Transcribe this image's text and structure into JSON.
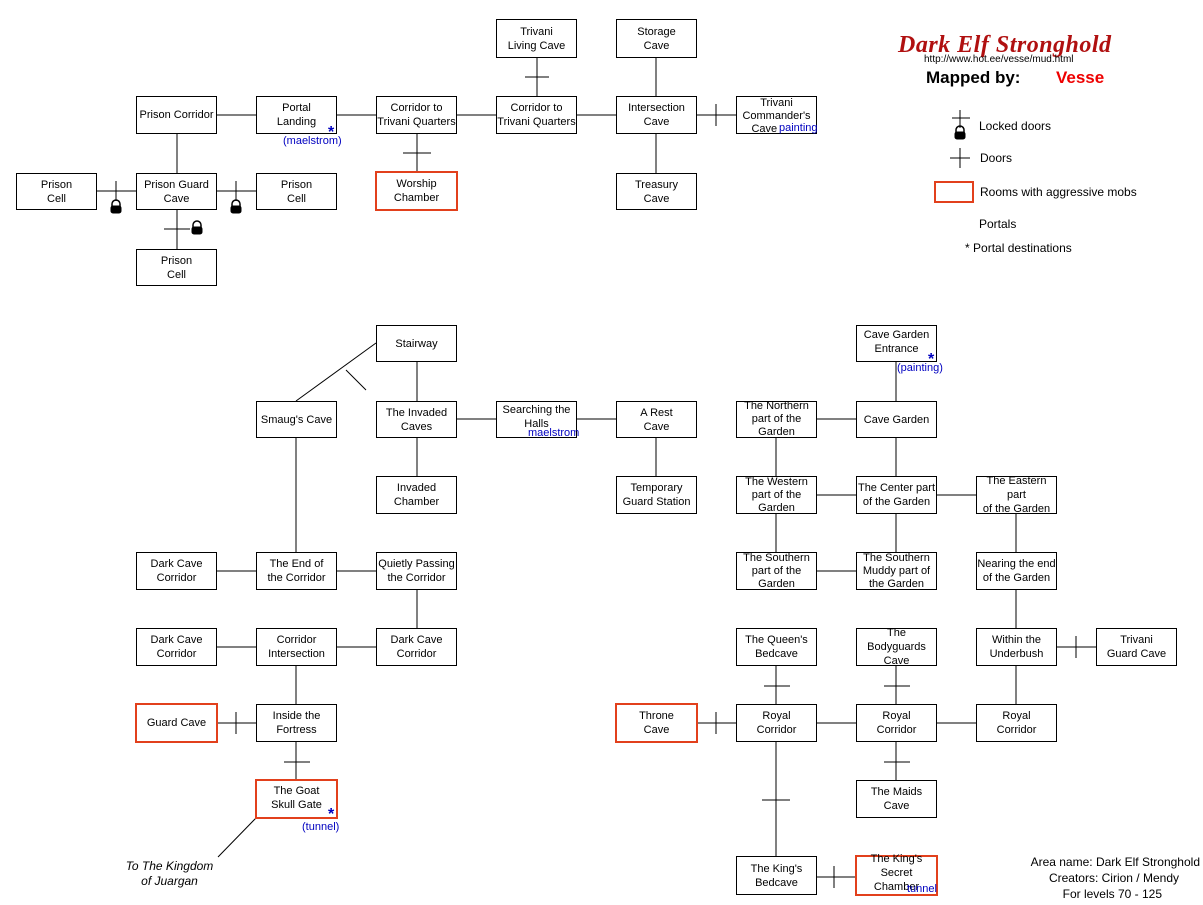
{
  "header": {
    "title": "Dark Elf Stronghold",
    "url": "http://www.hot.ee/vesse/mud.html",
    "mapped_by_label": "Mapped by:",
    "mapper": "Vesse"
  },
  "legend": {
    "locked_doors": "Locked doors",
    "doors": "Doors",
    "aggressive": "Rooms with aggressive mobs",
    "portals": "Portals",
    "portal_destinations": "Portal destinations",
    "star": "*"
  },
  "rooms": {
    "trivani_living_cave": [
      "Trivani",
      "Living Cave"
    ],
    "storage_cave": [
      "Storage",
      "Cave"
    ],
    "prison_corridor": [
      "Prison Corridor"
    ],
    "portal_landing": [
      "Portal",
      "Landing"
    ],
    "corridor_trivani_1": [
      "Corridor to",
      "Trivani Quarters"
    ],
    "corridor_trivani_2": [
      "Corridor to",
      "Trivani Quarters"
    ],
    "intersection_cave": [
      "Intersection",
      "Cave"
    ],
    "trivani_commanders_cave": [
      "Trivani",
      "Commander's",
      "Cave"
    ],
    "prison_cell_left": [
      "Prison",
      "Cell"
    ],
    "prison_guard_cave": [
      "Prison Guard",
      "Cave"
    ],
    "prison_cell_right": [
      "Prison",
      "Cell"
    ],
    "worship_chamber": [
      "Worship",
      "Chamber"
    ],
    "treasury_cave": [
      "Treasury",
      "Cave"
    ],
    "prison_cell_bottom": [
      "Prison",
      "Cell"
    ],
    "stairway": [
      "Stairway"
    ],
    "smaugs_cave": [
      "Smaug's Cave"
    ],
    "the_invaded_caves": [
      "The Invaded",
      "Caves"
    ],
    "searching_the_halls": [
      "Searching the",
      "Halls"
    ],
    "a_rest_cave": [
      "A Rest",
      "Cave"
    ],
    "invaded_chamber": [
      "Invaded",
      "Chamber"
    ],
    "temporary_guard_station": [
      "Temporary",
      "Guard Station"
    ],
    "cave_garden_entrance": [
      "Cave Garden",
      "Entrance"
    ],
    "northern_garden": [
      "The Northern",
      "part of the",
      "Garden"
    ],
    "cave_garden": [
      "Cave Garden"
    ],
    "western_garden": [
      "The Western",
      "part of the",
      "Garden"
    ],
    "center_garden": [
      "The Center part",
      "of the Garden"
    ],
    "eastern_garden": [
      "The Eastern part",
      "of the Garden"
    ],
    "southern_garden": [
      "The Southern",
      "part of the",
      "Garden"
    ],
    "southern_muddy_garden": [
      "The Southern",
      "Muddy part of",
      "the Garden"
    ],
    "nearing_end_garden": [
      "Nearing the end",
      "of the Garden"
    ],
    "dark_cave_corridor_1": [
      "Dark Cave",
      "Corridor"
    ],
    "end_of_corridor": [
      "The End of",
      "the Corridor"
    ],
    "quietly_passing": [
      "Quietly Passing",
      "the Corridor"
    ],
    "dark_cave_corridor_2": [
      "Dark Cave",
      "Corridor"
    ],
    "corridor_intersection": [
      "Corridor",
      "Intersection"
    ],
    "dark_cave_corridor_3": [
      "Dark Cave",
      "Corridor"
    ],
    "queens_bedcave": [
      "The Queen's",
      "Bedcave"
    ],
    "bodyguards_cave": [
      "The Bodyguards",
      "Cave"
    ],
    "within_underbush": [
      "Within the",
      "Underbush"
    ],
    "trivani_guard_cave": [
      "Trivani",
      "Guard Cave"
    ],
    "guard_cave": [
      "Guard Cave"
    ],
    "inside_fortress": [
      "Inside the",
      "Fortress"
    ],
    "throne_cave": [
      "Throne",
      "Cave"
    ],
    "royal_corridor_1": [
      "Royal",
      "Corridor"
    ],
    "royal_corridor_2": [
      "Royal",
      "Corridor"
    ],
    "royal_corridor_3": [
      "Royal",
      "Corridor"
    ],
    "goat_skull_gate": [
      "The Goat",
      "Skull Gate"
    ],
    "maids_cave": [
      "The Maids",
      "Cave"
    ],
    "kings_bedcave": [
      "The King's",
      "Bedcave"
    ],
    "kings_secret_chamber": [
      "The King's",
      "Secret Chamber"
    ]
  },
  "portal_labels": {
    "maelstrom_dest": "(maelstrom)",
    "painting_portal": "painting",
    "painting_dest": "(painting)",
    "maelstrom_portal": "maelstrom",
    "tunnel_dest": "(tunnel)",
    "tunnel_portal": "tunnel"
  },
  "exit_label": [
    "To The Kingdom",
    "of Juargan"
  ],
  "footer": {
    "area": "Area name: Dark Elf Stronghold",
    "creators": "Creators: Cirion / Mendy",
    "levels": "For levels 70 - 125"
  },
  "colors": {
    "aggressive_border": "#e2401c",
    "portal_text": "#0000c0",
    "title": "#b01010",
    "mapper": "#ee0000"
  }
}
